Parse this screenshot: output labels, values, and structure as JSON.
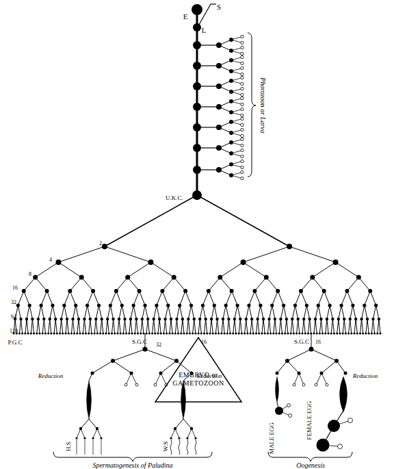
{
  "diagram": {
    "nodes": [
      {
        "text": [
          "EMBRYO or GAMETOZOON"
        ]
      }
    ],
    "labels": [
      "S",
      "E",
      "L",
      "Phorozoon or Larva",
      "U.K.C.",
      "2",
      "4",
      "8",
      "16",
      "32",
      "64",
      "128",
      "P.G.C",
      "S.G.C",
      "32",
      "16",
      "S.G.C",
      "16",
      "Reduction",
      "Reduction",
      "Reduction",
      "H.S",
      "W.S",
      "MALE EGG",
      "FEMALE EGG",
      "Spermatogenesis of Paludina",
      "Oogenesis"
    ]
  }
}
